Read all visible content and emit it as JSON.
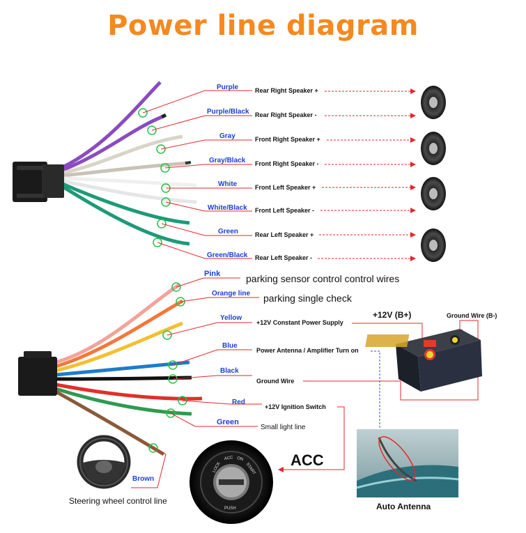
{
  "title": "Power line diagram",
  "speakers": [
    {
      "color": "Purple",
      "desc": "Rear Right Speaker +"
    },
    {
      "color": "Purple/Black",
      "desc": "Rear Right Speaker -"
    },
    {
      "color": "Gray",
      "desc": "Front Right Speaker +"
    },
    {
      "color": "Gray/Black",
      "desc": "Front Right Speaker -"
    },
    {
      "color": "White",
      "desc": "Front Left Speaker +"
    },
    {
      "color": "White/Black",
      "desc": "Front Left Speaker -"
    },
    {
      "color": "Green",
      "desc": "Rear Left Speaker +"
    },
    {
      "color": "Green/Black",
      "desc": "Rear Left Speaker -"
    }
  ],
  "power": {
    "pink": "Pink",
    "pink_desc": "parking sensor control control wires",
    "orange": "Orange line",
    "orange_desc": "parking single check",
    "yellow": "Yellow",
    "yellow_desc": "+12V Constant Power Supply",
    "blue": "Blue",
    "blue_desc": "Power Antenna / Amplifier Turn on",
    "black": "Black",
    "black_desc": "Ground Wire",
    "red": "Red",
    "red_desc": "+12V Ignition Switch",
    "green": "Green",
    "green_desc": "Small light line",
    "brown": "Brown"
  },
  "battery": {
    "plus_label": "+12V  (B+)",
    "ground_label": "Ground Wire (B-)"
  },
  "acc_label": "ACC",
  "ignition_text": {
    "lock": "LOCK",
    "acc": "ACC",
    "on": "ON",
    "start": "START",
    "push": "PUSH"
  },
  "captions": {
    "steering": "Steering wheel control line",
    "antenna": "Auto Antenna"
  },
  "colors": {
    "title": "#f5891f",
    "label_blue": "#1a3fd0",
    "arrow_red": "#e8262a",
    "arrow_blue": "#2a55d8",
    "marker_green": "#22c24a"
  }
}
